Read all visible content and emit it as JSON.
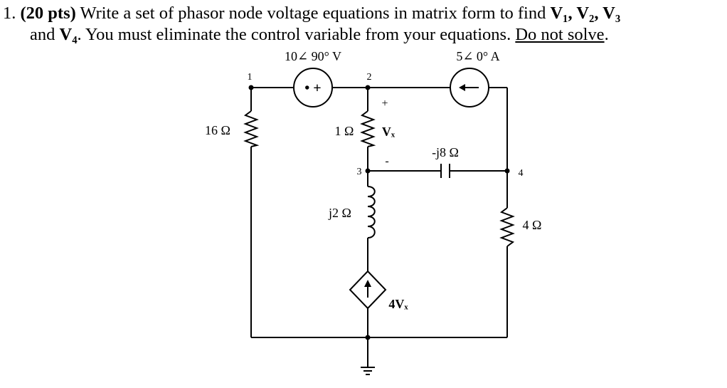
{
  "problem": {
    "number": "1.",
    "points": "(20 pts)",
    "text_a": " Write a set of phasor node voltage equations in matrix form to find ",
    "vars_a": "V₁, V₂, V₃",
    "text_b": "and ",
    "var_b": "V₄",
    "text_c": ". You must eliminate the control variable from your equations. ",
    "emphasis": "Do not solve",
    "end": "."
  },
  "circuit": {
    "vsource_label": "10∠ 90° V",
    "vsource_polarity": "• +",
    "isource_label": "5∠ 0° A",
    "r16_label": "16 Ω",
    "r1_label": "1 Ω",
    "vx_label": "Vₓ",
    "vx_plus": "+",
    "vx_minus": "-",
    "cap_label": "-j8 Ω",
    "ind_label": "j2 Ω",
    "r4_label": "4 Ω",
    "dep_label": "4Vₓ",
    "node1": "1",
    "node2": "2",
    "node3": "3",
    "node4": "4"
  }
}
